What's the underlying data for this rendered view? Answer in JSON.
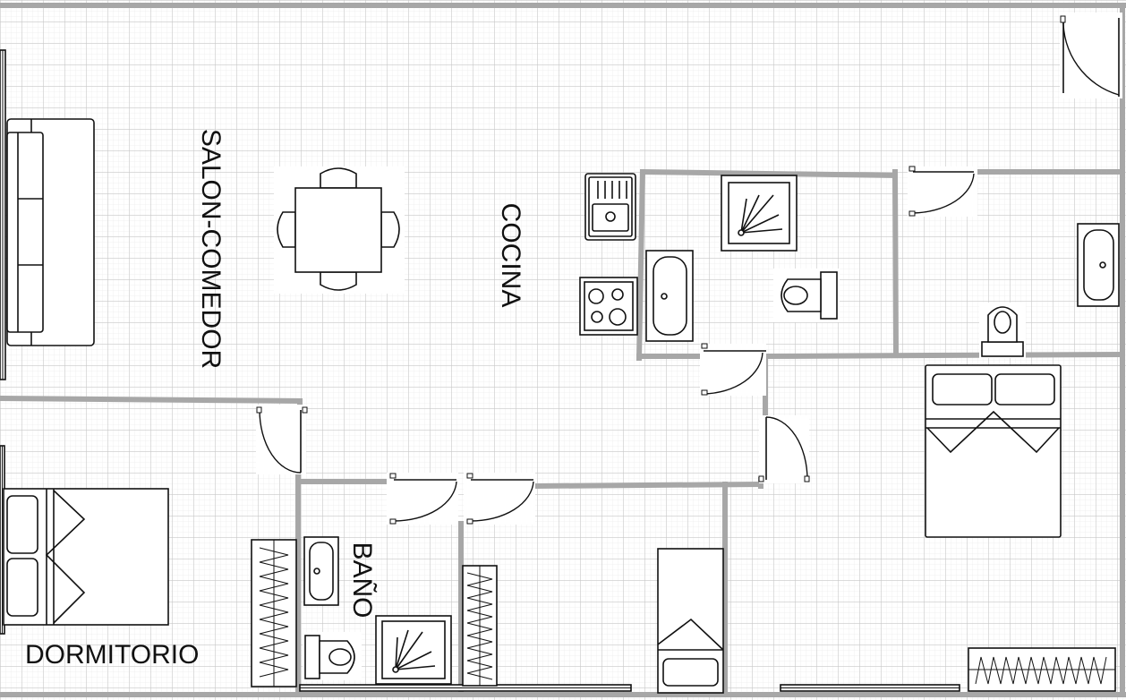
{
  "rooms": {
    "salon_comedor": "SALON-COMEDOR",
    "cocina": "COCINA",
    "bano": "BAÑO",
    "dormitorio": "DORMITORIO"
  },
  "colors": {
    "background": "#ffffff",
    "grid_major": "#c8c8c8",
    "grid_minor": "#e6e6e6",
    "walls": "#a7a7a7",
    "fixture_stroke": "#111111"
  }
}
